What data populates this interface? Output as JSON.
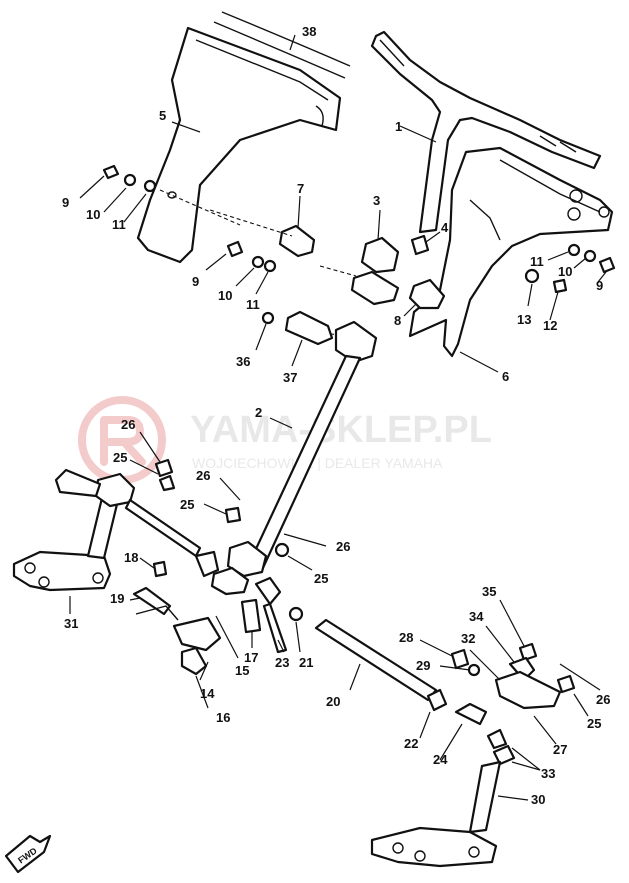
{
  "watermark": {
    "brand": "YAMA-SKLEP.PL",
    "subtitle": "WOJCIECHOWICZ | DEALER YAMAHA"
  },
  "fwd_marker": "FWD",
  "labels": [
    {
      "id": "l38",
      "text": "38"
    },
    {
      "id": "l5",
      "text": "5"
    },
    {
      "id": "l1",
      "text": "1"
    },
    {
      "id": "l9a",
      "text": "9"
    },
    {
      "id": "l10a",
      "text": "10"
    },
    {
      "id": "l11a",
      "text": "11"
    },
    {
      "id": "l7",
      "text": "7"
    },
    {
      "id": "l3",
      "text": "3"
    },
    {
      "id": "l4",
      "text": "4"
    },
    {
      "id": "l9b",
      "text": "9"
    },
    {
      "id": "l10b",
      "text": "10"
    },
    {
      "id": "l11b",
      "text": "11"
    },
    {
      "id": "l11c",
      "text": "11"
    },
    {
      "id": "l10c",
      "text": "10"
    },
    {
      "id": "l9c",
      "text": "9"
    },
    {
      "id": "l8",
      "text": "8"
    },
    {
      "id": "l13",
      "text": "13"
    },
    {
      "id": "l12",
      "text": "12"
    },
    {
      "id": "l36",
      "text": "36"
    },
    {
      "id": "l37",
      "text": "37"
    },
    {
      "id": "l6",
      "text": "6"
    },
    {
      "id": "l2",
      "text": "2"
    },
    {
      "id": "l26a",
      "text": "26"
    },
    {
      "id": "l25a",
      "text": "25"
    },
    {
      "id": "l26b",
      "text": "26"
    },
    {
      "id": "l25b",
      "text": "25"
    },
    {
      "id": "l26c",
      "text": "26"
    },
    {
      "id": "l25c",
      "text": "25"
    },
    {
      "id": "l18",
      "text": "18"
    },
    {
      "id": "l19",
      "text": "19"
    },
    {
      "id": "l31",
      "text": "31"
    },
    {
      "id": "l17",
      "text": "17"
    },
    {
      "id": "l23",
      "text": "23"
    },
    {
      "id": "l21",
      "text": "21"
    },
    {
      "id": "l15",
      "text": "15"
    },
    {
      "id": "l14",
      "text": "14"
    },
    {
      "id": "l16",
      "text": "16"
    },
    {
      "id": "l20",
      "text": "20"
    },
    {
      "id": "l35",
      "text": "35"
    },
    {
      "id": "l34",
      "text": "34"
    },
    {
      "id": "l28",
      "text": "28"
    },
    {
      "id": "l32",
      "text": "32"
    },
    {
      "id": "l29",
      "text": "29"
    },
    {
      "id": "l26d",
      "text": "26"
    },
    {
      "id": "l25d",
      "text": "25"
    },
    {
      "id": "l27",
      "text": "27"
    },
    {
      "id": "l22",
      "text": "22"
    },
    {
      "id": "l24",
      "text": "24"
    },
    {
      "id": "l33",
      "text": "33"
    },
    {
      "id": "l30",
      "text": "30"
    }
  ]
}
